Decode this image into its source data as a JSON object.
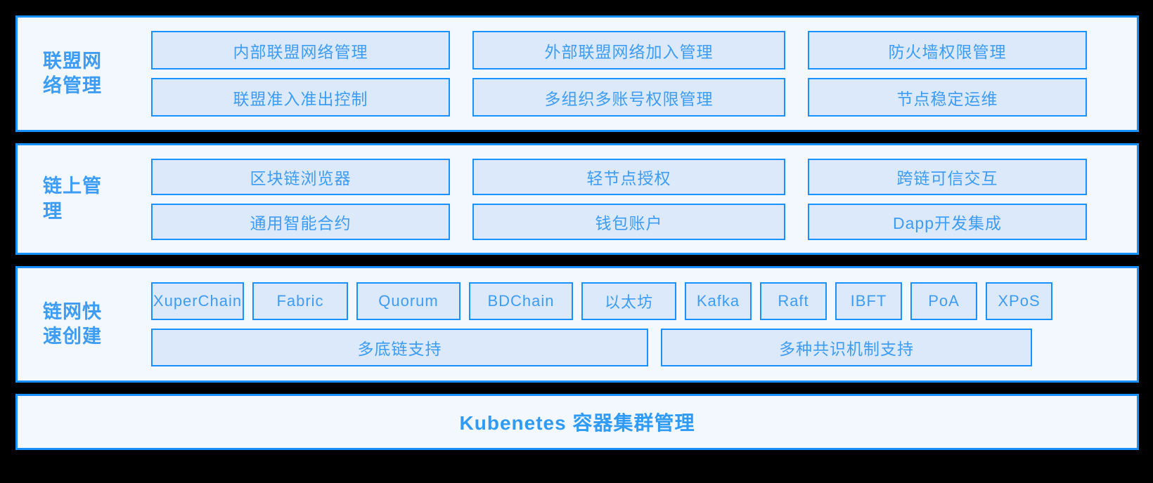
{
  "colors": {
    "background": "#000000",
    "section_fill": "#f2f8fd",
    "section_border": "#1890ff",
    "cell_fill": "#dbe9fa",
    "cell_border": "#1890ff",
    "text_blue": "#3d9cf5",
    "title_blue": "#2f9bf7"
  },
  "sections": [
    {
      "label": "联盟网络管理",
      "rows": [
        [
          "内部联盟网络管理",
          "外部联盟网络加入管理",
          "防火墙权限管理"
        ],
        [
          "联盟准入准出控制",
          "多组织多账号权限管理",
          "节点稳定运维"
        ]
      ]
    },
    {
      "label": "链上管理",
      "rows": [
        [
          "区块链浏览器",
          "轻节点授权",
          "跨链可信交互"
        ],
        [
          "通用智能合约",
          "钱包账户",
          "Dapp开发集成"
        ]
      ]
    },
    {
      "label": "链网快速创建",
      "tags": [
        "XuperChain",
        "Fabric",
        "Quorum",
        "BDChain",
        "以太坊",
        "Kafka",
        "Raft",
        "IBFT",
        "PoA",
        "XPoS"
      ],
      "wide_rows": [
        "多底链支持",
        "多种共识机制支持"
      ]
    }
  ],
  "bottom": {
    "title": "Kubenetes 容器集群管理"
  }
}
